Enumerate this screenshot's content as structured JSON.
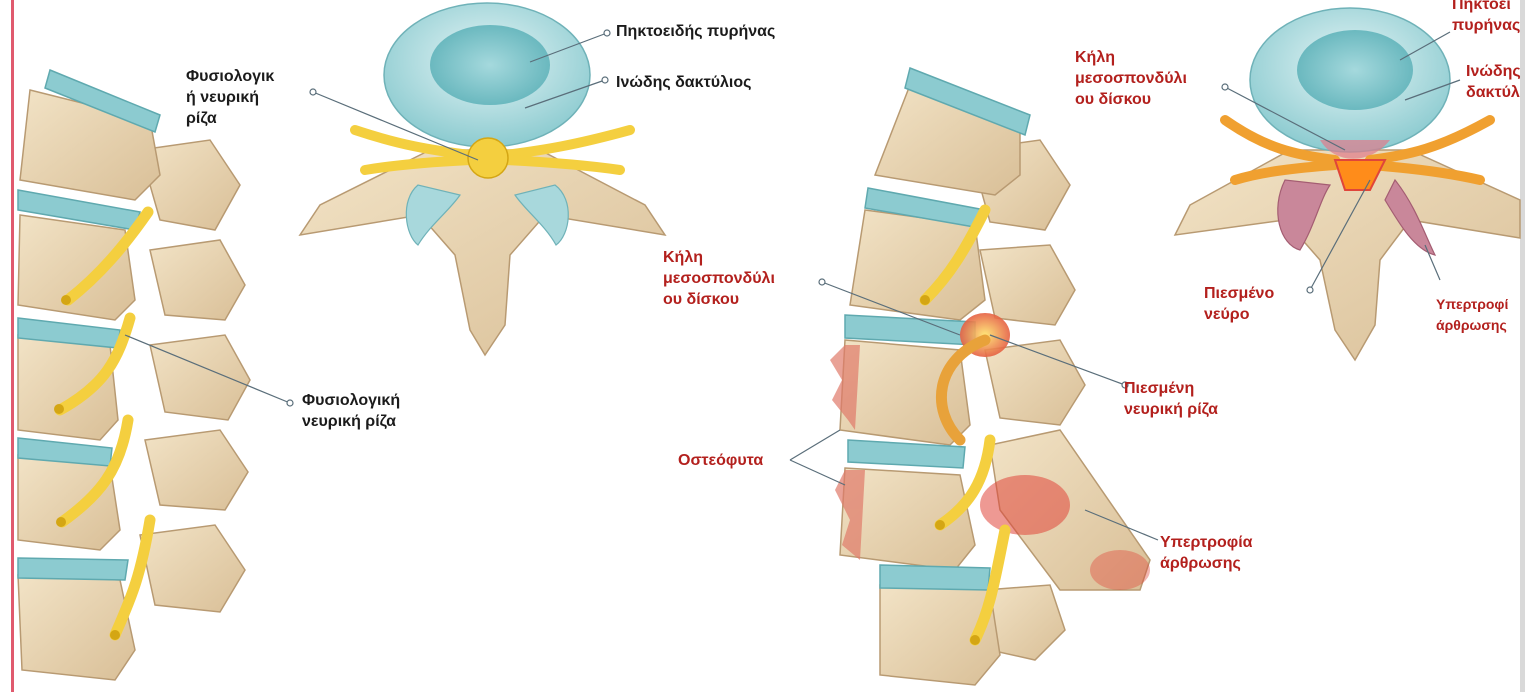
{
  "colors": {
    "bone": "#ead6b3",
    "bone_dark": "#b89a72",
    "disc": "#7ec3c9",
    "disc_light": "#cfeaec",
    "nerve": "#f4cf3f",
    "nerve_dark": "#d4a614",
    "inflamed": "#e0453a",
    "label_black": "#1b1b1b",
    "label_red": "#b3201d"
  },
  "labels": {
    "nucleus_pulposus": "Πηκτοειδής πυρήνας",
    "annulus_fibrosus": "Ινώδης δακτύλιος",
    "normal_root_top": "Φυσιολογικ\nή νευρική\nρίζα",
    "normal_root_side": "Φυσιολογική\nνευρική ρίζα",
    "herniation_mid": "Κήλη\nμεσοσπονδύλι\nου δίσκου",
    "herniation_top": "Κήλη\nμεσοσπονδύλι\nου δίσκου",
    "osteophytes": "Οστεόφυτα",
    "compressed_root": "Πιεσμένη\nνευρική ρίζα",
    "joint_hypertrophy_side": "Υπερτροφία\nάρθρωσης",
    "compressed_nerve": "Πιεσμένο\nνεύρο",
    "nucleus_cropped": "Πηκτοει\nπυρήνας",
    "annulus_cropped": "Ινώδης\nδακτύλ",
    "joint_hypertrophy_cropped": "Υπερτροφί\nάρθρωσης"
  }
}
